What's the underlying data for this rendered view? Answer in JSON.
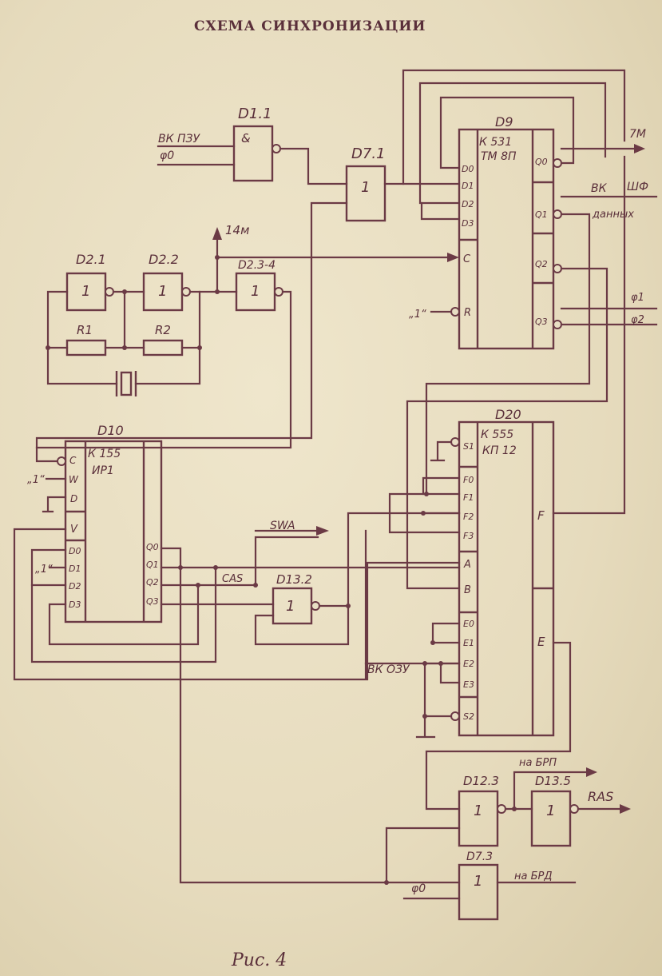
{
  "title": "СХЕМА СИНХРОНИЗАЦИИ",
  "caption": "Рис. 4",
  "colors": {
    "ink": "#6b3a45",
    "paper": "#e9dfc4"
  },
  "labels": {
    "d11": "D1.1",
    "and": "&",
    "vk_pzu": "ВК ПЗУ",
    "phi0_top": "φ0",
    "d71": "D7.1",
    "d9": "D9",
    "d9_type1": "К 531",
    "d9_type2": "ТМ 8П",
    "d9_d0": "D0",
    "d9_d1": "D1",
    "d9_d2": "D2",
    "d9_d3": "D3",
    "d9_c": "C",
    "d9_r": "R",
    "d9_q0": "Q0",
    "d9_q1": "Q1",
    "d9_q2": "Q2",
    "d9_q3": "Q3",
    "out_7m": "7М",
    "out_vk": "ВК",
    "out_shf": "ШФ",
    "out_dannyh": "данных",
    "out_phi1": "φ1",
    "out_phi2": "φ2",
    "one_r": "„1“",
    "f14m": "14м",
    "d21": "D2.1",
    "d22": "D2.2",
    "d234": "D2.3-4",
    "r1": "R1",
    "r2": "R2",
    "one": "1",
    "d10": "D10",
    "d10_type1": "К 155",
    "d10_type2": "ИР1",
    "d10_c": "C",
    "d10_w": "W",
    "d10_d": "D",
    "d10_v": "V",
    "d10_d0": "D0",
    "d10_d1": "D1",
    "d10_d2": "D2",
    "d10_d3": "D3",
    "d10_q0": "Q0",
    "d10_q1": "Q1",
    "d10_q2": "Q2",
    "d10_q3": "Q3",
    "one_c": "„1“",
    "one_d1": "„1“",
    "swa": "SWA",
    "cas": "CAS",
    "d132": "D13.2",
    "d20": "D20",
    "d20_type1": "К 555",
    "d20_type2": "КП 12",
    "d20_s1": "S1",
    "d20_f0": "F0",
    "d20_f1": "F1",
    "d20_f2": "F2",
    "d20_f3": "F3",
    "d20_a": "A",
    "d20_b": "B",
    "d20_e0": "E0",
    "d20_e1": "E1",
    "d20_e2": "E2",
    "d20_e3": "E3",
    "d20_s2": "S2",
    "d20_fout": "F",
    "d20_eout": "E",
    "vk_ozu": "ВК ОЗУ",
    "d123": "D12.3",
    "d135": "D13.5",
    "d73": "D7.3",
    "na_brp": "на БРП",
    "ras": "RAS",
    "na_brd": "на БРД",
    "phi0_bot": "φ0"
  }
}
